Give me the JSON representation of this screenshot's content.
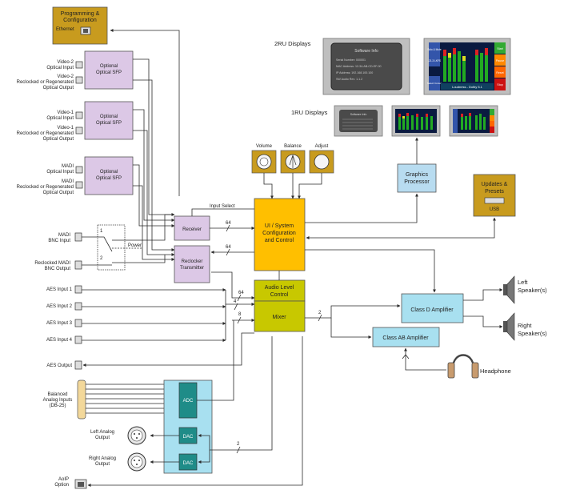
{
  "prog": {
    "title1": "Programming &",
    "title2": "Configuration",
    "eth": "Ethernet"
  },
  "sfp": [
    {
      "in_label": "Video-2",
      "in_sub": "Optical Input",
      "out_label": "Video-2",
      "out_sub1": "Reclocked or Regenerated",
      "out_sub2": "Optical Output",
      "box1": "Optional",
      "box2": "Optical SFP"
    },
    {
      "in_label": "Video-1",
      "in_sub": "Optical Input",
      "out_label": "Video-1",
      "out_sub1": "Reclocked or Regenerated",
      "out_sub2": "Optical Output",
      "box1": "Optional",
      "box2": "Optical SFP"
    },
    {
      "in_label": "MADI",
      "in_sub": "Optical Input",
      "out_label": "MADI",
      "out_sub1": "Reclocked or Regenerated",
      "out_sub2": "Optical Output",
      "box1": "Optional",
      "box2": "Optical SFP"
    }
  ],
  "madi_bnc_in": {
    "l1": "MADI",
    "l2": "BNC Input"
  },
  "madi_bnc_out": {
    "l1": "Reclocked MADI",
    "l2": "BNC Output"
  },
  "power": "Power",
  "receiver": "Receiver",
  "reclocker": {
    "l1": "Reclocker",
    "l2": "Transmitter"
  },
  "input_select": "Input Select",
  "aes_inputs": [
    "AES Input 1",
    "AES Input 2",
    "AES Input 3",
    "AES Input 4"
  ],
  "aes_output": "AES Output",
  "analog_in": {
    "l1": "Balanced",
    "l2": "Analog Inputs",
    "l3": "(DB-25)"
  },
  "analog_out": [
    {
      "l1": "Left Analog",
      "l2": "Output"
    },
    {
      "l1": "Right Analog",
      "l2": "Output"
    }
  ],
  "aoip": {
    "l1": "AoIP",
    "l2": "Option"
  },
  "adc": "ADC",
  "dac": "DAC",
  "ui": {
    "l1": "UI / System",
    "l2": "Configuration",
    "l3": "and Control"
  },
  "audio_level": {
    "l1": "Audio Level",
    "l2": "Control"
  },
  "mixer": "Mixer",
  "knobs": [
    "Volume",
    "Balance",
    "Adjust"
  ],
  "graphics": {
    "l1": "Graphics",
    "l2": "Processor"
  },
  "updates": {
    "l1": "Updates &",
    "l2": "Presets",
    "usb": "USB"
  },
  "class_d": "Class D Amplifier",
  "class_ab": "Class AB Amplifier",
  "headphone": "Headphone",
  "speakers": [
    {
      "l1": "Left",
      "l2": "Speaker(s)"
    },
    {
      "l1": "Right",
      "l2": "Speaker(s)"
    }
  ],
  "displays": {
    "ru2": "2RU Displays",
    "ru1": "1RU Displays",
    "software_info": "Software Info",
    "info_lines": [
      "Serial Number:  000001",
      "MAC Address:  12-34-AB-CD-EF-00",
      "IP Address:  192.168.100.100",
      "SW Audio Rev:  1.1.2"
    ],
    "btn_start": "Start",
    "btn_pause": "Pause",
    "btn_reset": "Reset",
    "btn_stop": "Stop",
    "lkfs": "-21.3 LKFS",
    "loudness": "Loudness - Dolby 5.1",
    "select_cursor": "Select Cursor",
    "solo_mute": "Solo & Mute"
  },
  "bus": [
    "64",
    "64",
    "64",
    "8",
    "2",
    "2",
    "4"
  ],
  "colors": {
    "orange": "#ffbf00",
    "olive": "#c8c800",
    "lilac": "#dcc8e6",
    "blue": "#b8dcf0",
    "teal": "#1f8c88",
    "tan": "#c89b1e",
    "cyan": "#a8e0f0"
  }
}
